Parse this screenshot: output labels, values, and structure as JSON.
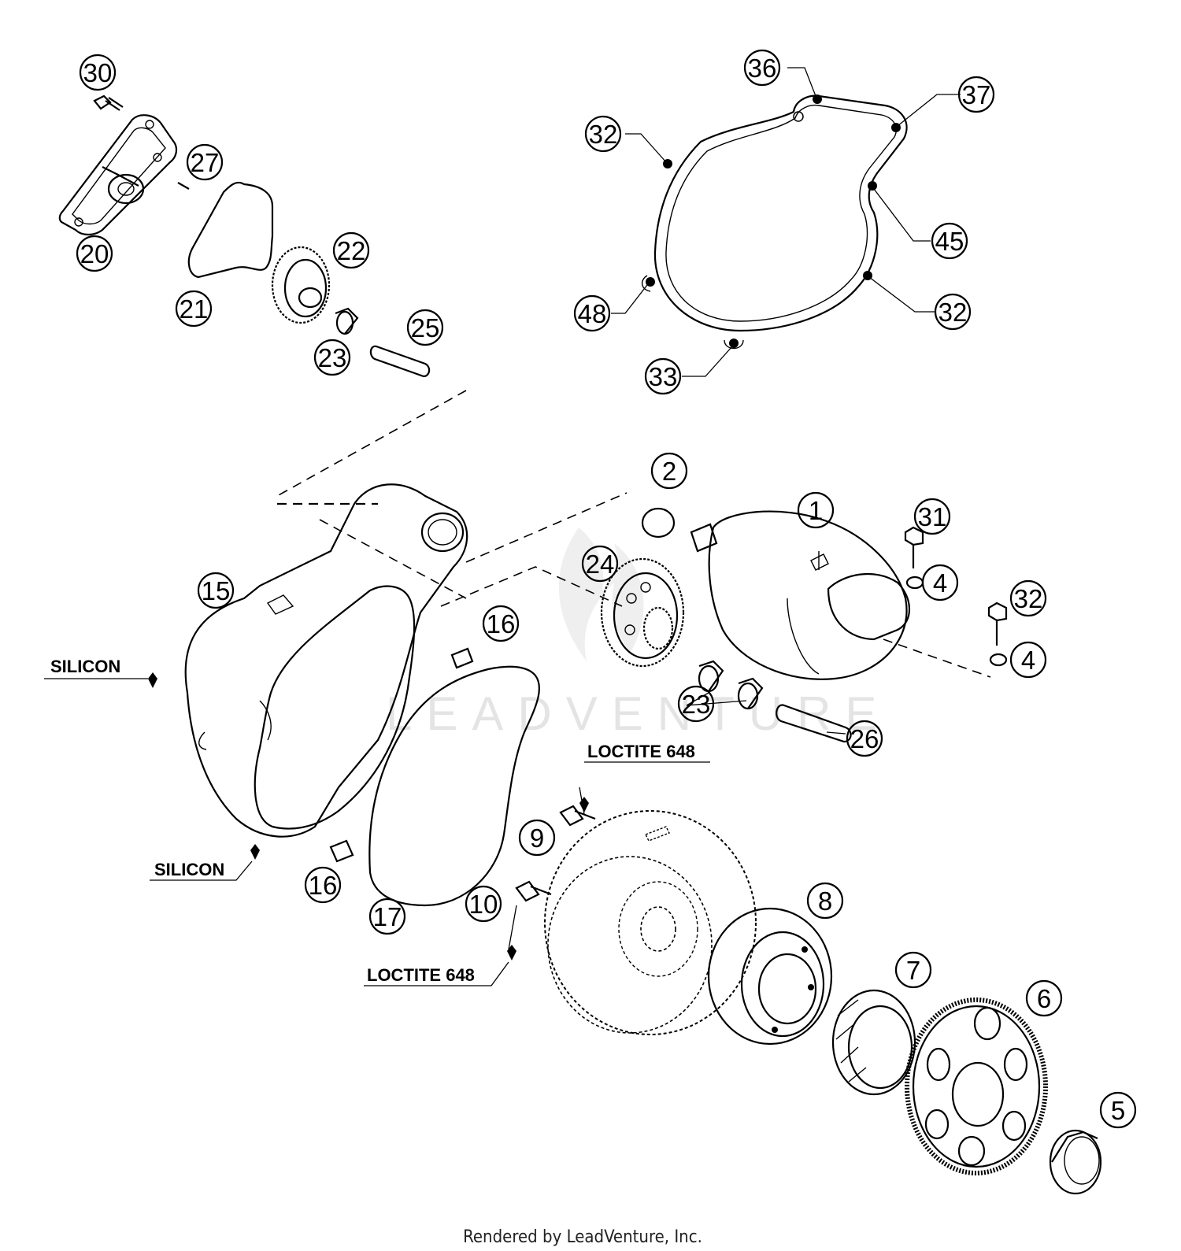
{
  "diagram": {
    "footer": "Rendered by LeadVenture, Inc.",
    "watermark": "LEADVENTURE",
    "callouts": [
      {
        "id": "c30",
        "label": "30"
      },
      {
        "id": "c27",
        "label": "27"
      },
      {
        "id": "c20",
        "label": "20"
      },
      {
        "id": "c22",
        "label": "22"
      },
      {
        "id": "c21",
        "label": "21"
      },
      {
        "id": "c25",
        "label": "25"
      },
      {
        "id": "c23a",
        "label": "23"
      },
      {
        "id": "c36",
        "label": "36"
      },
      {
        "id": "c37",
        "label": "37"
      },
      {
        "id": "c32a",
        "label": "32"
      },
      {
        "id": "c45",
        "label": "45"
      },
      {
        "id": "c48",
        "label": "48"
      },
      {
        "id": "c32b",
        "label": "32"
      },
      {
        "id": "c33",
        "label": "33"
      },
      {
        "id": "c2",
        "label": "2"
      },
      {
        "id": "c1",
        "label": "1"
      },
      {
        "id": "c31",
        "label": "31"
      },
      {
        "id": "c24",
        "label": "24"
      },
      {
        "id": "c4a",
        "label": "4"
      },
      {
        "id": "c32c",
        "label": "32"
      },
      {
        "id": "c15",
        "label": "15"
      },
      {
        "id": "c16a",
        "label": "16"
      },
      {
        "id": "c4b",
        "label": "4"
      },
      {
        "id": "c23b",
        "label": "23"
      },
      {
        "id": "c26",
        "label": "26"
      },
      {
        "id": "c9",
        "label": "9"
      },
      {
        "id": "c16b",
        "label": "16"
      },
      {
        "id": "c10",
        "label": "10"
      },
      {
        "id": "c17",
        "label": "17"
      },
      {
        "id": "c8",
        "label": "8"
      },
      {
        "id": "c7",
        "label": "7"
      },
      {
        "id": "c6",
        "label": "6"
      },
      {
        "id": "c5",
        "label": "5"
      }
    ],
    "notes": [
      {
        "id": "n1",
        "label": "SILICON"
      },
      {
        "id": "n2",
        "label": "SILICON"
      },
      {
        "id": "n3",
        "label": "LOCTITE 648"
      },
      {
        "id": "n4",
        "label": "LOCTITE 648"
      }
    ]
  }
}
